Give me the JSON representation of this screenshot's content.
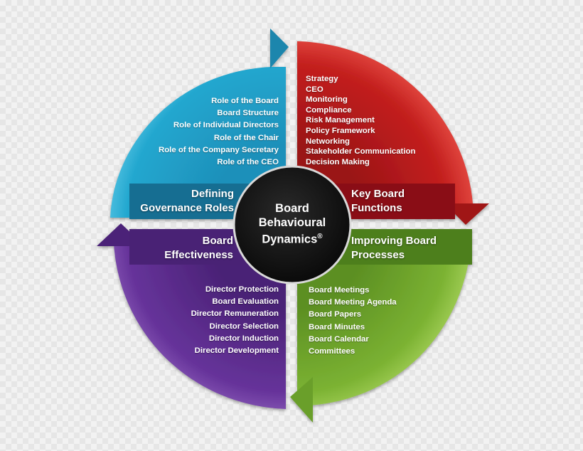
{
  "center": {
    "line1": "Board",
    "line2": "Behavioural",
    "line3": "Dynamics",
    "mark": "®"
  },
  "quadrants": {
    "top_left": {
      "title": [
        "Defining",
        "Governance Roles"
      ],
      "items": [
        "Role of the Board",
        "Board Structure",
        "Role of Individual Directors",
        "Role of the Chair",
        "Role of the Company Secretary",
        "Role of the CEO"
      ],
      "color": "#1b8db5"
    },
    "top_right": {
      "title": [
        "Key Board",
        "Functions"
      ],
      "items": [
        "Strategy",
        "CEO",
        "Monitoring",
        "Compliance",
        "Risk Management",
        "Policy Framework",
        "Networking",
        "Stakeholder Communication",
        "Decision Making"
      ],
      "color": "#b31c1c"
    },
    "bottom_right": {
      "title": [
        "Improving Board",
        "Processes"
      ],
      "items": [
        "Board Meetings",
        "Board Meeting Agenda",
        "Board Papers",
        "Board Minutes",
        "Board Calendar",
        "Committees"
      ],
      "color": "#6aa12a"
    },
    "bottom_left": {
      "title": [
        "Board",
        "Effectiveness"
      ],
      "items": [
        "Director Protection",
        "Board Evaluation",
        "Director Remuneration",
        "Director Selection",
        "Director Induction",
        "Director Development"
      ],
      "color": "#5b2a8c"
    }
  }
}
